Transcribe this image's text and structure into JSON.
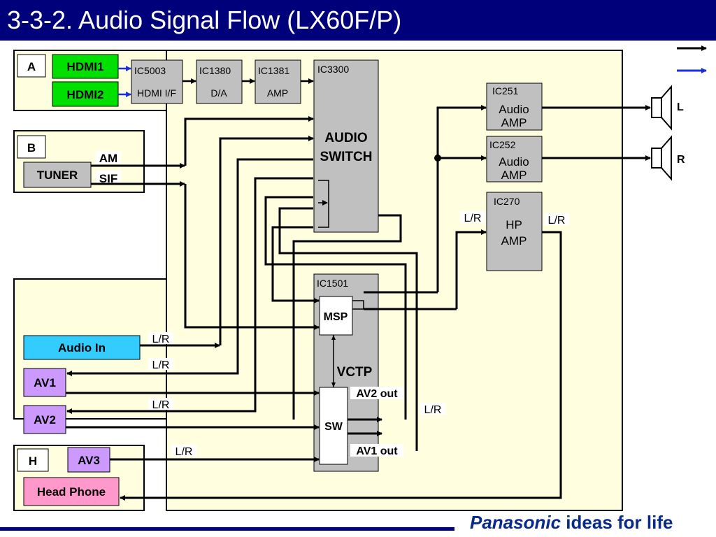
{
  "header": {
    "title": "3-3-2. Audio Signal Flow (LX60F/P)"
  },
  "colors": {
    "header_bg": "#00007a",
    "panel_bg": "#ffffe0",
    "ic_gray": "#c0c0c0",
    "hdmi_green": "#00e000",
    "audio_in_cyan": "#33ccff",
    "av_purple": "#cc99ff",
    "headphone_pink": "#ff99cc",
    "legend_blue": "#1a2ee0"
  },
  "sections": {
    "a": "A",
    "b": "B",
    "h": "H"
  },
  "inputs": {
    "hdmi1": "HDMI1",
    "hdmi2": "HDMI2",
    "tuner": "TUNER",
    "am": "AM",
    "sif": "SIF",
    "audio_in": "Audio In",
    "av1": "AV1",
    "av2": "AV2",
    "av3": "AV3",
    "head_phone": "Head Phone"
  },
  "ics": {
    "ic5003": {
      "id": "IC5003",
      "fn": "HDMI I/F"
    },
    "ic1380": {
      "id": "IC1380",
      "fn": "D/A"
    },
    "ic1381": {
      "id": "IC1381",
      "fn": "AMP"
    },
    "ic3300": {
      "id": "IC3300",
      "fn1": "AUDIO",
      "fn2": "SWITCH"
    },
    "ic251": {
      "id": "IC251",
      "fn1": "Audio",
      "fn2": "AMP"
    },
    "ic252": {
      "id": "IC252",
      "fn1": "Audio",
      "fn2": "AMP"
    },
    "ic270": {
      "id": "IC270",
      "fn1": "HP",
      "fn2": "AMP"
    },
    "ic1501": {
      "id": "IC1501",
      "msp": "MSP",
      "vctp": "VCTP",
      "sw": "SW"
    }
  },
  "signal_labels": {
    "audio_in_lr": "L/R",
    "av1_lr": "L/R",
    "av2_lr": "L/R",
    "av3_lr": "L/R",
    "hp_in_lr": "L/R",
    "hp_out_lr": "L/R",
    "sw_out_lr": "L/R",
    "av2_out": "AV2 out",
    "av1_out": "AV1 out"
  },
  "speakers": {
    "left": "L",
    "right": "R"
  },
  "footer": {
    "brand": "Panasonic",
    "tagline": "ideas for life"
  }
}
